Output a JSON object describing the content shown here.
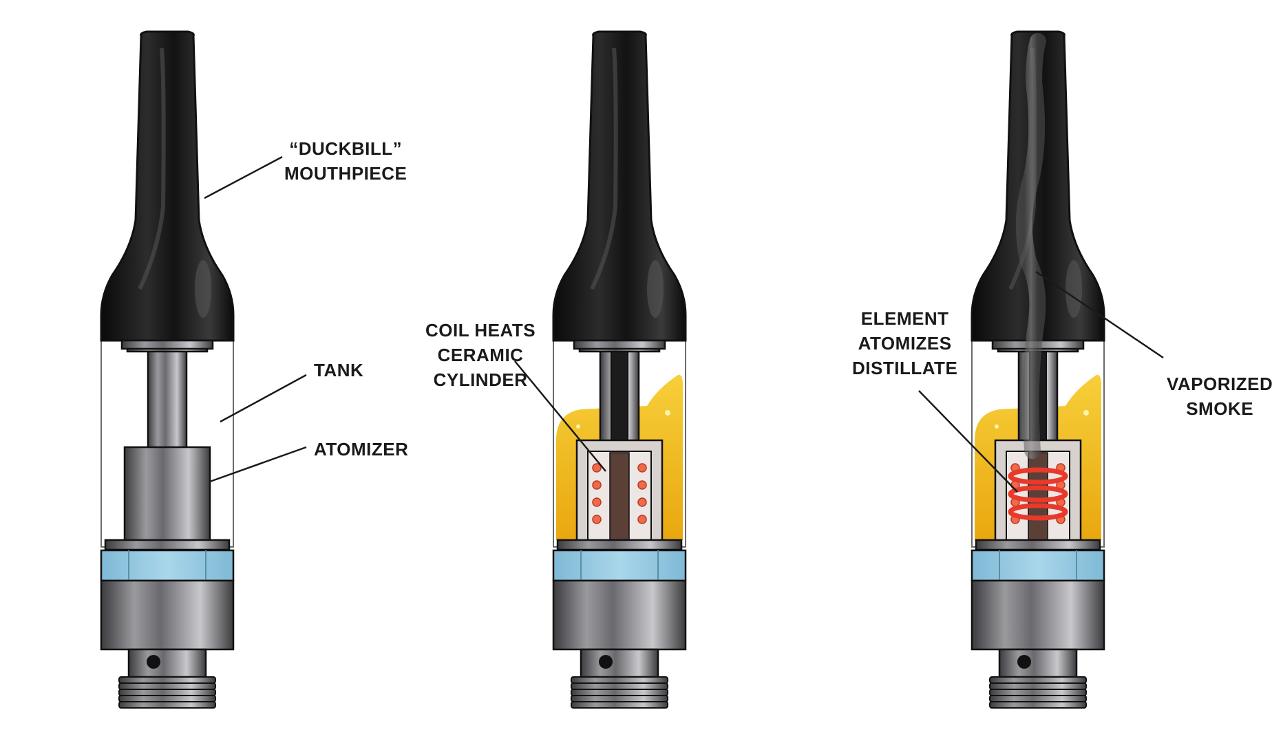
{
  "diagram": {
    "cartridges": [
      {
        "id": "structure",
        "labels": {
          "mouthpiece": [
            "“DUCKBILL”",
            "MOUTHPIECE"
          ],
          "tank": [
            "TANK"
          ],
          "atomizer": [
            "ATOMIZER"
          ]
        }
      },
      {
        "id": "heating",
        "labels": {
          "coil": [
            "COIL HEATS",
            "CERAMIC",
            "CYLINDER"
          ]
        }
      },
      {
        "id": "vaporizing",
        "labels": {
          "element": [
            "ELEMENT",
            "ATOMIZES",
            "DISTILLATE"
          ],
          "vapor": [
            "VAPORIZED",
            "SMOKE"
          ]
        }
      }
    ],
    "colors": {
      "mouthpiece": "#141414",
      "metal": "#7d7d80",
      "seal_ring": "#a9d6ea",
      "oil": "#f2b817",
      "coil": "#e8392a",
      "outline": "#111111"
    }
  }
}
